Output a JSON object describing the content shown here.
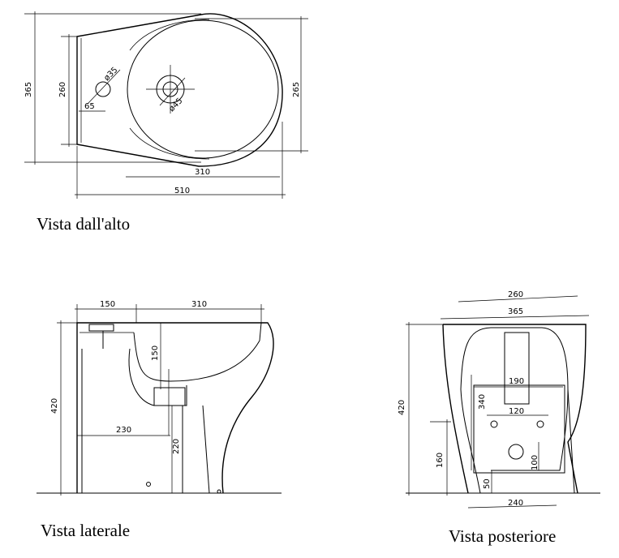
{
  "views": {
    "top": {
      "caption": "Vista dall'alto",
      "dims": {
        "overall_depth": "365",
        "inner_depth": "260",
        "right_depth": "265",
        "tap_hole_offset": "65",
        "bowl_length": "310",
        "overall_length": "510",
        "tap_hole_diameter": "ø35",
        "drain_diameter": "ø45"
      }
    },
    "side": {
      "caption": "Vista laterale",
      "dims": {
        "rear_length": "150",
        "bowl_length": "310",
        "height": "420",
        "bowl_depth": "150",
        "drain_offset": "230",
        "drain_height": "220"
      }
    },
    "rear": {
      "caption": "Vista posteriore",
      "dims": {
        "top_width": "260",
        "overall_width": "365",
        "height": "420",
        "cutout_width": "190",
        "cutout_height": "340",
        "bolt_spacing": "120",
        "inlet_height": "160",
        "drain_height": "100",
        "base_offset": "50",
        "base_width": "240"
      }
    }
  }
}
